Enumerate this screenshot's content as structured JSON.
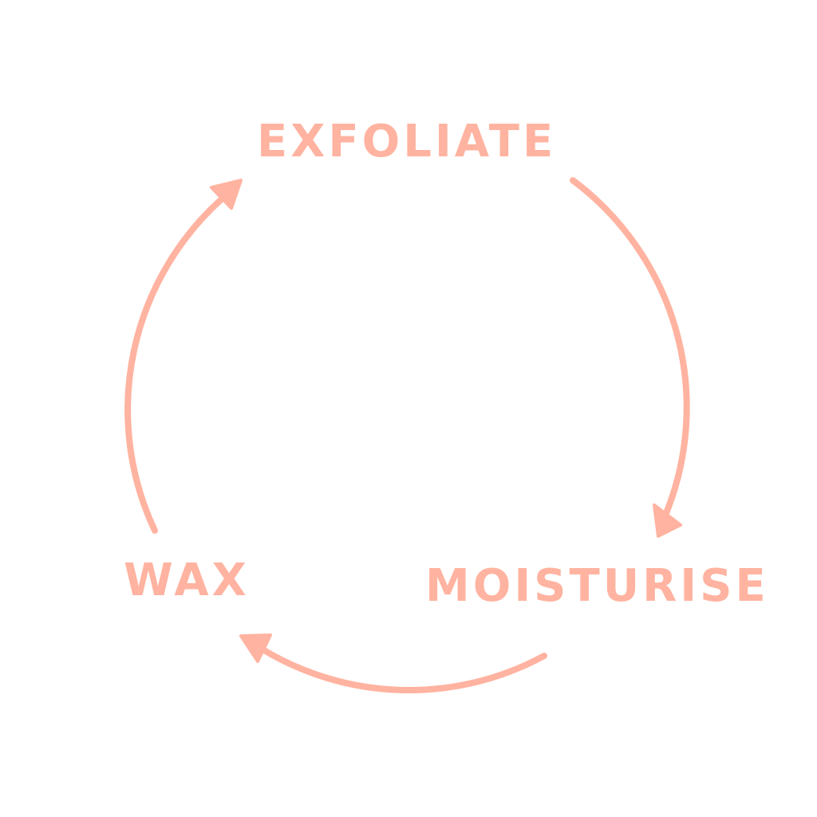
{
  "diagram": {
    "type": "cycle",
    "accent_color": "#FFB3A0",
    "steps": [
      {
        "id": "exfoliate",
        "label": "EXFOLIATE"
      },
      {
        "id": "moisturise",
        "label": "MOISTURISE"
      },
      {
        "id": "wax",
        "label": "WAX"
      }
    ],
    "edges": [
      {
        "from": "exfoliate",
        "to": "moisturise"
      },
      {
        "from": "moisturise",
        "to": "wax"
      },
      {
        "from": "wax",
        "to": "exfoliate"
      }
    ]
  }
}
